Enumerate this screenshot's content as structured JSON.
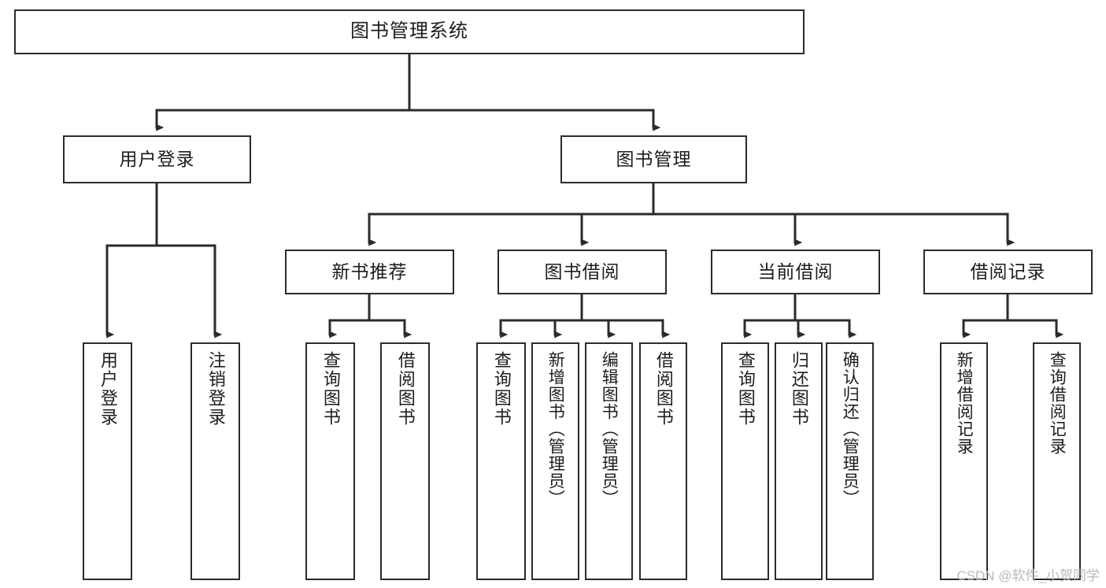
{
  "diagram": {
    "type": "tree-hierarchy-diagram",
    "title": "图书管理系统",
    "watermark": "CSDN @软件_小贺同学",
    "colors": {
      "box_border": "#2b2b2b",
      "box_fill": "#ffffff",
      "connector": "#2b2b2b",
      "text": "#1d1d1d",
      "watermark": "#b9b9b9",
      "background": "#ffffff"
    },
    "levels": {
      "root": {
        "label": "图书管理系统"
      },
      "level2": [
        {
          "id": "user-login",
          "label": "用户登录"
        },
        {
          "id": "book-management",
          "label": "图书管理"
        }
      ],
      "level3": [
        {
          "id": "new-book-recommend",
          "label": "新书推荐",
          "parent": "book-management"
        },
        {
          "id": "book-borrow",
          "label": "图书借阅",
          "parent": "book-management"
        },
        {
          "id": "current-borrow",
          "label": "当前借阅",
          "parent": "book-management"
        },
        {
          "id": "borrow-record",
          "label": "借阅记录",
          "parent": "book-management"
        }
      ],
      "leaves": [
        {
          "id": "leaf-user-login",
          "label": "用户登录",
          "parent": "user-login"
        },
        {
          "id": "leaf-user-logout",
          "label": "注销登录",
          "parent": "user-login"
        },
        {
          "id": "leaf-query-book-1",
          "label": "查询图书",
          "parent": "new-book-recommend"
        },
        {
          "id": "leaf-borrow-book-1",
          "label": "借阅图书",
          "parent": "new-book-recommend"
        },
        {
          "id": "leaf-query-book-2",
          "label": "查询图书",
          "parent": "book-borrow"
        },
        {
          "id": "leaf-add-book",
          "label": "新增图书（管理员）",
          "parent": "book-borrow"
        },
        {
          "id": "leaf-edit-book",
          "label": "编辑图书（管理员）",
          "parent": "book-borrow"
        },
        {
          "id": "leaf-borrow-book-2",
          "label": "借阅图书",
          "parent": "book-borrow"
        },
        {
          "id": "leaf-query-book-3",
          "label": "查询图书",
          "parent": "current-borrow"
        },
        {
          "id": "leaf-return-book",
          "label": "归还图书",
          "parent": "current-borrow"
        },
        {
          "id": "leaf-confirm-return",
          "label": "确认归还（管理员）",
          "parent": "current-borrow"
        },
        {
          "id": "leaf-add-record",
          "label": "新增借阅记录",
          "parent": "borrow-record"
        },
        {
          "id": "leaf-query-record",
          "label": "查询借阅记录",
          "parent": "borrow-record"
        }
      ]
    }
  }
}
